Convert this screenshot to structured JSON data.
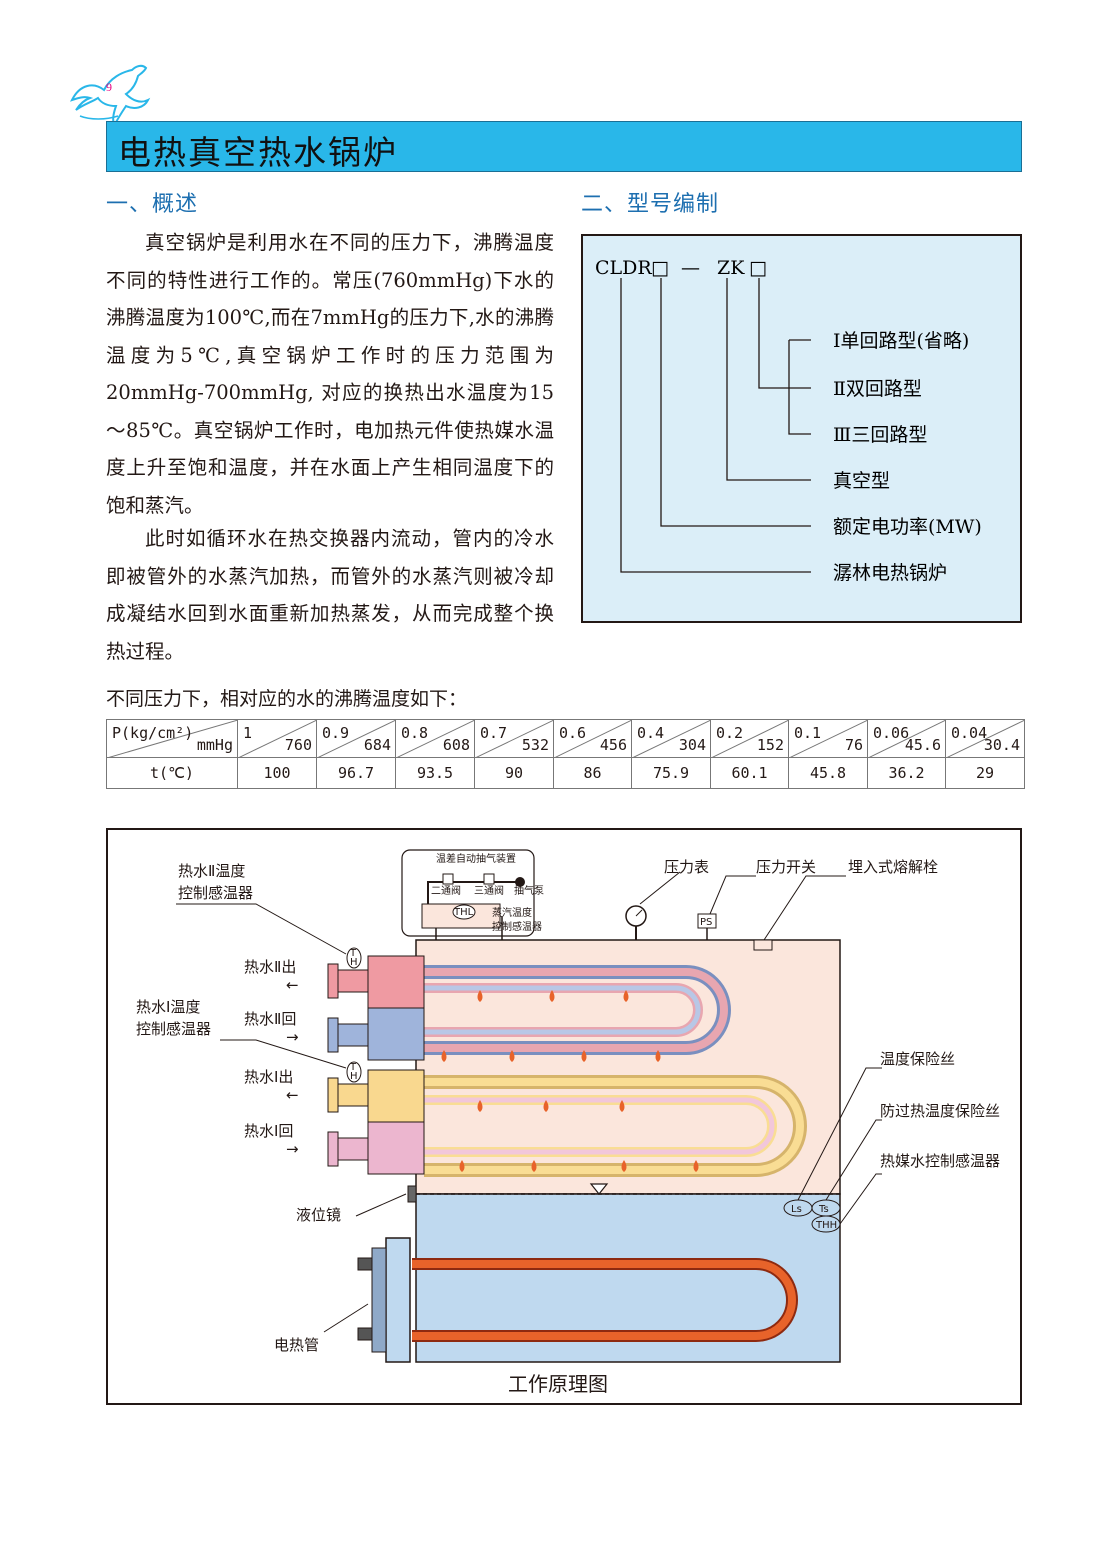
{
  "page_number": "9",
  "title": "电热真空热水锅炉",
  "section1": {
    "heading": "一、概述",
    "para1": "真空锅炉是利用水在不同的压力下，沸腾温度不同的特性进行工作的。常压(760mmHg)下水的沸腾温度为100℃,而在7mmHg的压力下,水的沸腾温度为5℃,真空锅炉工作时的压力范围为20mmHg-700mmHg, 对应的换热出水温度为15～85℃。真空锅炉工作时，电加热元件使热媒水温度上升至饱和温度，并在水面上产生相同温度下的饱和蒸汽。",
    "para2": "此时如循环水在热交换器内流动，管内的冷水即被管外的水蒸汽加热，而管外的水蒸汽则被冷却成凝结水回到水面重新加热蒸发，从而完成整个换热过程。"
  },
  "section2": {
    "heading": "二、型号编制",
    "code_cldr": "CLDR",
    "code_box1": "□",
    "code_dash": "—",
    "code_zk": "ZK",
    "code_box2": "□",
    "labels": [
      "Ⅰ单回路型(省略)",
      "Ⅱ双回路型",
      "Ⅲ三回路型",
      "真空型",
      "额定电功率(MW)",
      "潺林电热锅炉"
    ]
  },
  "table": {
    "intro": "不同压力下，相对应的水的沸腾温度如下：",
    "header_p": "P(kg/cm²)",
    "header_mmhg": "mmHg",
    "header_t": "t(℃)",
    "pressures": [
      {
        "kg": "1",
        "mmhg": "760",
        "t": "100"
      },
      {
        "kg": "0.9",
        "mmhg": "684",
        "t": "96.7"
      },
      {
        "kg": "0.8",
        "mmhg": "608",
        "t": "93.5"
      },
      {
        "kg": "0.7",
        "mmhg": "532",
        "t": "90"
      },
      {
        "kg": "0.6",
        "mmhg": "456",
        "t": "86"
      },
      {
        "kg": "0.4",
        "mmhg": "304",
        "t": "75.9"
      },
      {
        "kg": "0.2",
        "mmhg": "152",
        "t": "60.1"
      },
      {
        "kg": "0.1",
        "mmhg": "76",
        "t": "45.8"
      },
      {
        "kg": "0.06",
        "mmhg": "45.6",
        "t": "36.2"
      },
      {
        "kg": "0.04",
        "mmhg": "30.4",
        "t": "29"
      }
    ]
  },
  "diagram": {
    "caption": "工作原理图",
    "device_title": "温差自动抽气装置",
    "valve2": "二通阀",
    "valve3": "三通阀",
    "pump": "抽气泵",
    "th_l": "THL",
    "steam_sensor_1": "蒸汽温度",
    "steam_sensor_2": "控制感温器",
    "gauge": "压力表",
    "pswitch": "压力开关",
    "ps": "PS",
    "fuse_plug": "埋入式熔解栓",
    "hw2_sensor_1": "热水Ⅱ温度",
    "hw2_sensor_2": "控制感温器",
    "hw2_out": "热水Ⅱ出",
    "hw2_back": "热水Ⅱ回",
    "hw1_sensor_1": "热水Ⅰ温度",
    "hw1_sensor_2": "控制感温器",
    "hw1_out": "热水Ⅰ出",
    "hw1_back": "热水Ⅰ回",
    "level_glass": "液位镜",
    "heater": "电热管",
    "temp_fuse": "温度保险丝",
    "overheat_fuse": "防过热温度保险丝",
    "medium_sensor": "热媒水控制感温器",
    "ls": "Ls",
    "ts": "Ts",
    "thh": "THH",
    "th_t": "T",
    "th_h": "H"
  },
  "colors": {
    "title_bar": "#29b7e9",
    "heading": "#1d6fb0",
    "model_bg": "#dbeef8",
    "vapor": "#fbe6dc",
    "water": "#bfd9ef",
    "drop": "#e8632a"
  }
}
